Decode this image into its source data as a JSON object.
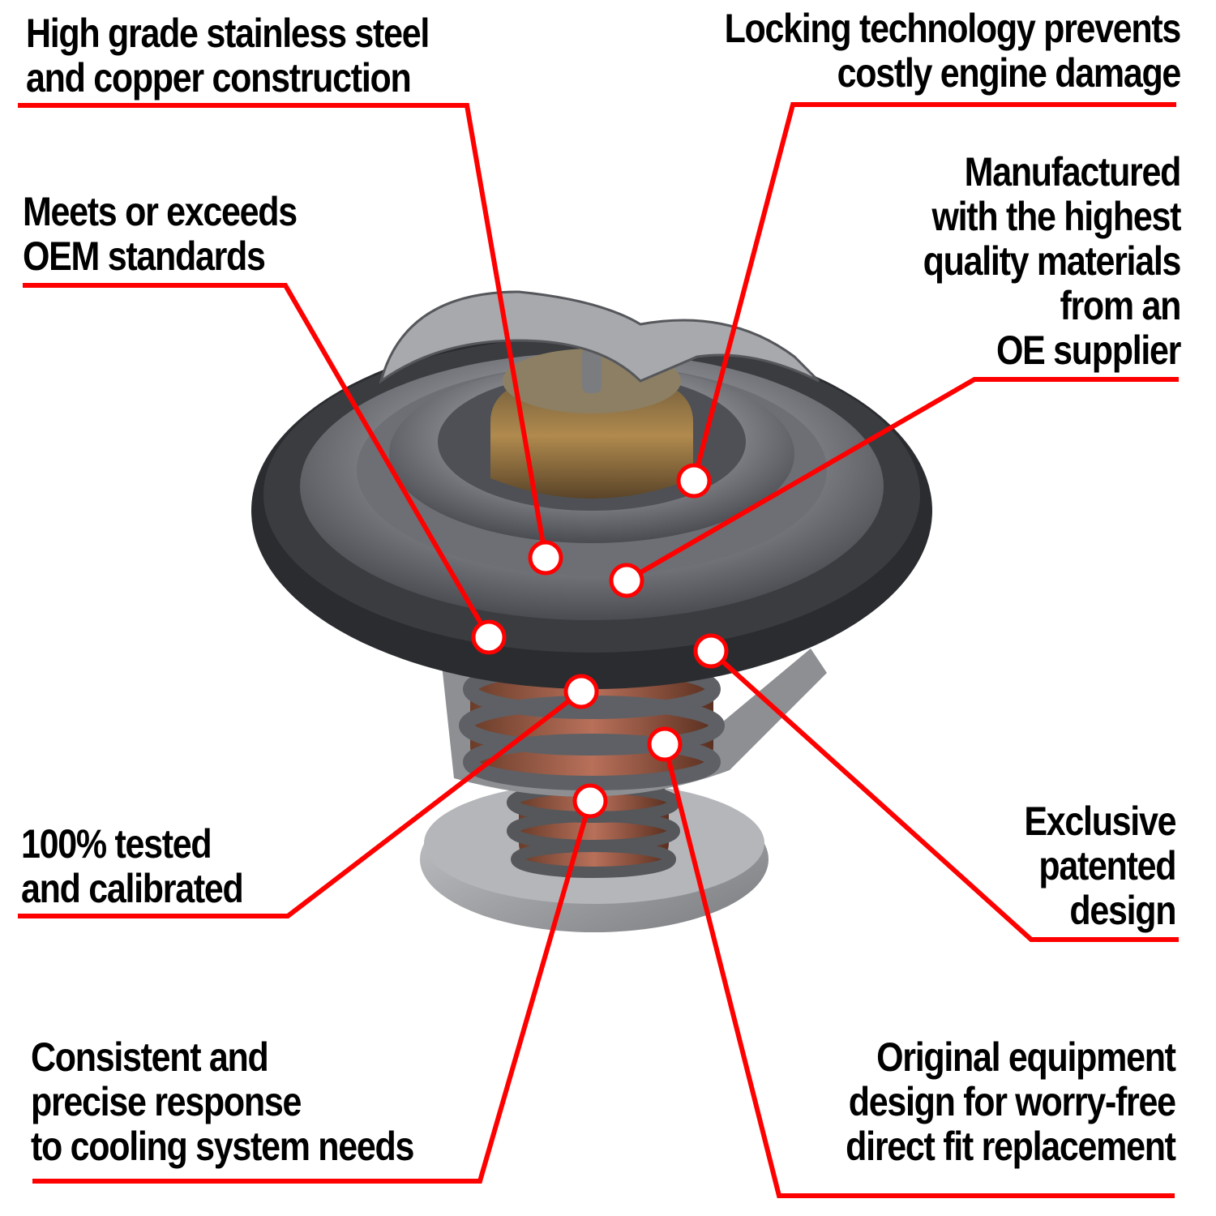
{
  "accent_color": "#ff0000",
  "dot_fill": "#ffffff",
  "product": "thermostat",
  "callouts": [
    {
      "id": "stainless",
      "lines": [
        "High grade stainless steel",
        "and copper construction"
      ]
    },
    {
      "id": "locking",
      "lines": [
        "Locking technology prevents",
        "costly engine damage"
      ]
    },
    {
      "id": "oem-standards",
      "lines": [
        "Meets or exceeds",
        "OEM standards"
      ]
    },
    {
      "id": "materials",
      "lines": [
        "Manufactured",
        "with the highest",
        "quality materials",
        "from an",
        "OE supplier"
      ]
    },
    {
      "id": "tested",
      "lines": [
        "100% tested",
        "and calibrated"
      ]
    },
    {
      "id": "patented",
      "lines": [
        "Exclusive",
        "patented",
        "design"
      ]
    },
    {
      "id": "response",
      "lines": [
        "Consistent and",
        "precise response",
        "to cooling system needs"
      ]
    },
    {
      "id": "direct-fit",
      "lines": [
        "Original equipment",
        "design for worry-free",
        "direct fit replacement"
      ]
    }
  ]
}
